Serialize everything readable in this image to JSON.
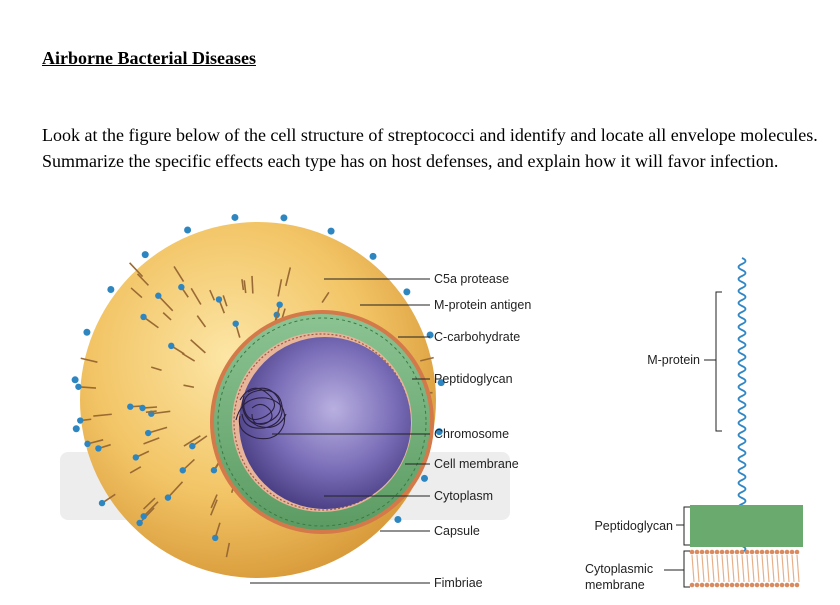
{
  "document": {
    "title": "Airborne Bacterial Diseases",
    "question": "Look at the figure below of the cell structure of streptococci and identify and locate all envelope molecules. Summarize the specific effects each type has on host defenses, and explain how it will favor infection."
  },
  "figure": {
    "cell_labels": [
      "C5a protease",
      "M-protein antigen",
      "C-carbohydrate",
      "Peptidoglycan",
      "Chromosome",
      "Cell membrane",
      "Cytoplasm",
      "Capsule",
      "Fimbriae"
    ],
    "detail_labels": {
      "m_protein": "M-protein",
      "peptidoglycan": "Peptidoglycan",
      "membrane_line1": "Cytoplasmic",
      "membrane_line2": "membrane"
    },
    "colors": {
      "capsule": "#f0c060",
      "peptidoglycan": "#6aaa6e",
      "cytoplasm": "#5c4e96",
      "protease": "#2e86c1",
      "fimbriae": "#b07a3a",
      "membrane": "#e0a07a"
    }
  }
}
